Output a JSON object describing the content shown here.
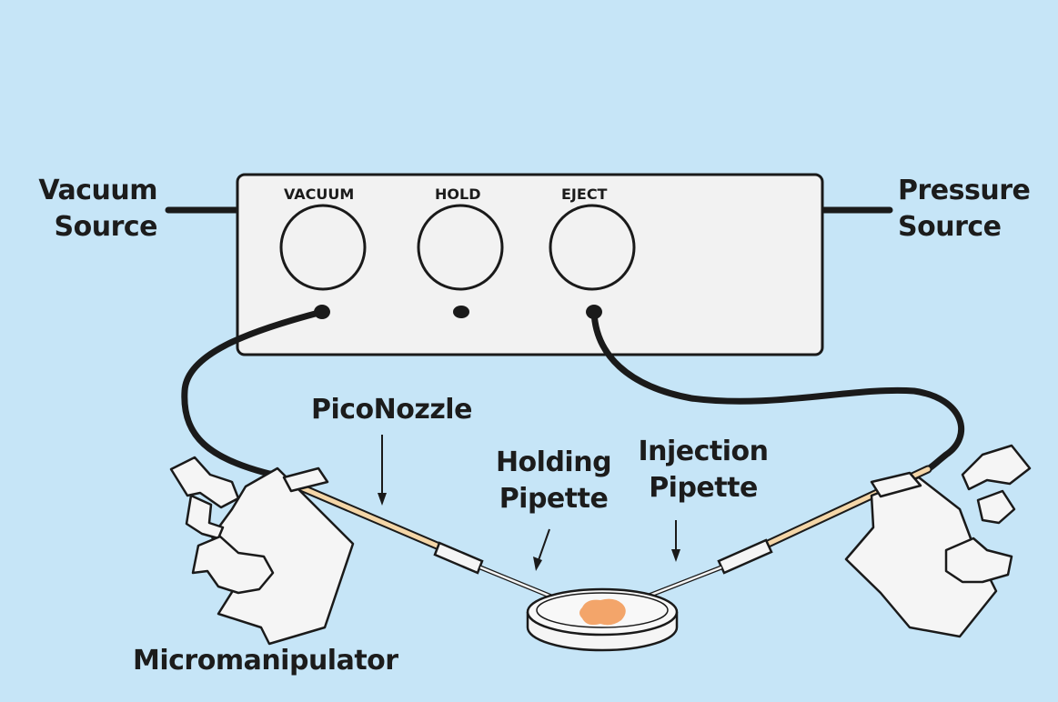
{
  "labels": {
    "vacuum_source": [
      "Vacuum",
      "Source"
    ],
    "pressure_source": [
      "Pressure",
      "Source"
    ],
    "piconozzle": "PicoNozzle",
    "holding_pipette": [
      "Holding",
      "Pipette"
    ],
    "injection_pipette": [
      "Injection",
      "Pipette"
    ],
    "micromanipulator": "Micromanipulator"
  },
  "controller": {
    "buttons": [
      "VACUUM",
      "HOLD",
      "EJECT"
    ]
  },
  "colors": {
    "background": "#c6e5f7",
    "tubing": "#1a1a1a",
    "pipette_tan": "#f4d6a8",
    "cell": "#f3a56a"
  }
}
